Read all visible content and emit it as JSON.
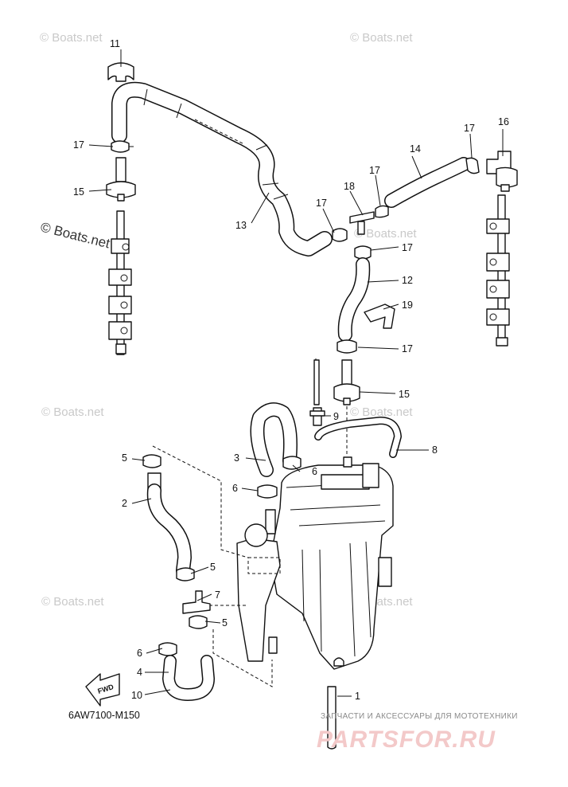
{
  "watermarks": {
    "light": "© Boats.net",
    "dark": "© Boats.net"
  },
  "diagram_code": "6AW7100-M150",
  "fwd_label": "FWD",
  "shop": {
    "subtitle": "ЗАПЧАСТИ И АКСЕССУАРЫ ДЛЯ МОТОТЕХНИКИ",
    "logo": "PARTSFOR.RU"
  },
  "callouts": {
    "c1": "1",
    "c2": "2",
    "c3": "3",
    "c4": "4",
    "c5a": "5",
    "c5b": "5",
    "c5c": "5",
    "c6a": "6",
    "c6b": "6",
    "c6c": "6",
    "c7": "7",
    "c8": "8",
    "c9": "9",
    "c10": "10",
    "c11": "11",
    "c12": "12",
    "c13": "13",
    "c14": "14",
    "c15a": "15",
    "c15b": "15",
    "c16": "16",
    "c17a": "17",
    "c17b": "17",
    "c17c": "17",
    "c17d": "17",
    "c17e": "17",
    "c17f": "17",
    "c18": "18",
    "c19": "19"
  }
}
